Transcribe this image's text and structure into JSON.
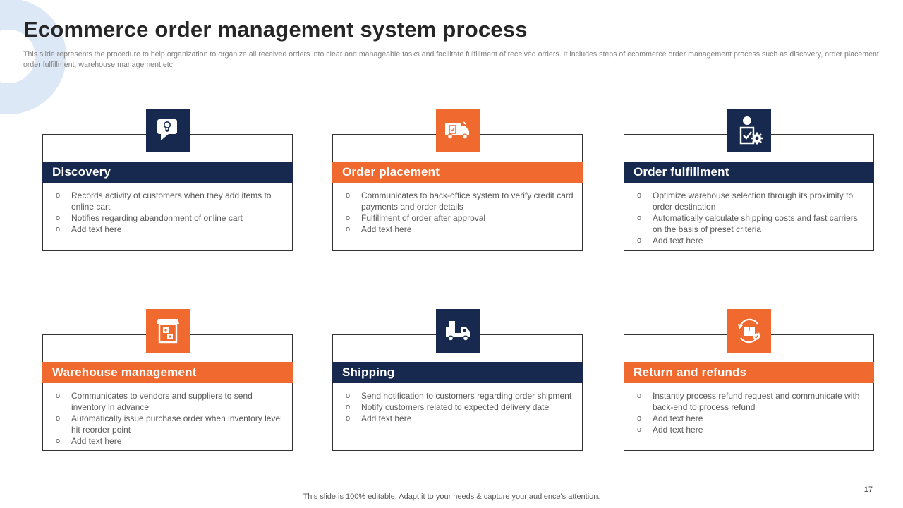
{
  "slide": {
    "title": "Ecommerce order management system process",
    "subtitle": "This slide represents the procedure to help organization to organize all received orders into clear and manageable tasks and facilitate fulfillment of received orders. It includes steps of ecommerce order management process such as discovery, order placement, order fulfillment, warehouse management etc.",
    "footer": "This slide is 100% editable. Adapt it to your needs & capture your audience's attention.",
    "page_number": "17"
  },
  "colors": {
    "navy": "#17294e",
    "orange": "#f0692e",
    "body_text": "#595959",
    "subtitle_text": "#7f7f7f",
    "title_text": "#262626",
    "ring_blue": "#dde8f6"
  },
  "cards": [
    {
      "title": "Discovery",
      "accent": "navy",
      "icon": "chat-lightbulb-icon",
      "bullets": [
        "Records activity of customers when they add items to online cart",
        "Notifies regarding abandonment of online cart",
        "Add text here"
      ]
    },
    {
      "title": "Order placement",
      "accent": "orange",
      "icon": "delivery-truck-checklist-icon",
      "bullets": [
        "Communicates to back-office system to verify credit card payments and order details",
        "Fulfillment of order after approval",
        "Add text here"
      ]
    },
    {
      "title": "Order fulfillment",
      "accent": "navy",
      "icon": "person-checklist-gear-icon",
      "bullets": [
        "Optimize warehouse selection through its proximity to order destination",
        "Automatically calculate shipping costs and fast carriers on the basis of preset criteria",
        "Add text here"
      ]
    },
    {
      "title": "Warehouse management",
      "accent": "orange",
      "icon": "warehouse-storefront-icon",
      "bullets": [
        "Communicates to vendors and suppliers to send inventory in advance",
        "Automatically issue purchase order when inventory level hit reorder point",
        "Add text here"
      ]
    },
    {
      "title": "Shipping",
      "accent": "navy",
      "icon": "cargo-truck-icon",
      "bullets": [
        "Send notification to customers regarding order shipment",
        "Notify customers related to expected delivery date",
        "Add text here"
      ]
    },
    {
      "title": "Return and refunds",
      "accent": "orange",
      "icon": "return-box-icon",
      "bullets": [
        "Instantly process refund request and communicate with back-end to process refund",
        "Add text here",
        "Add text here"
      ]
    }
  ]
}
